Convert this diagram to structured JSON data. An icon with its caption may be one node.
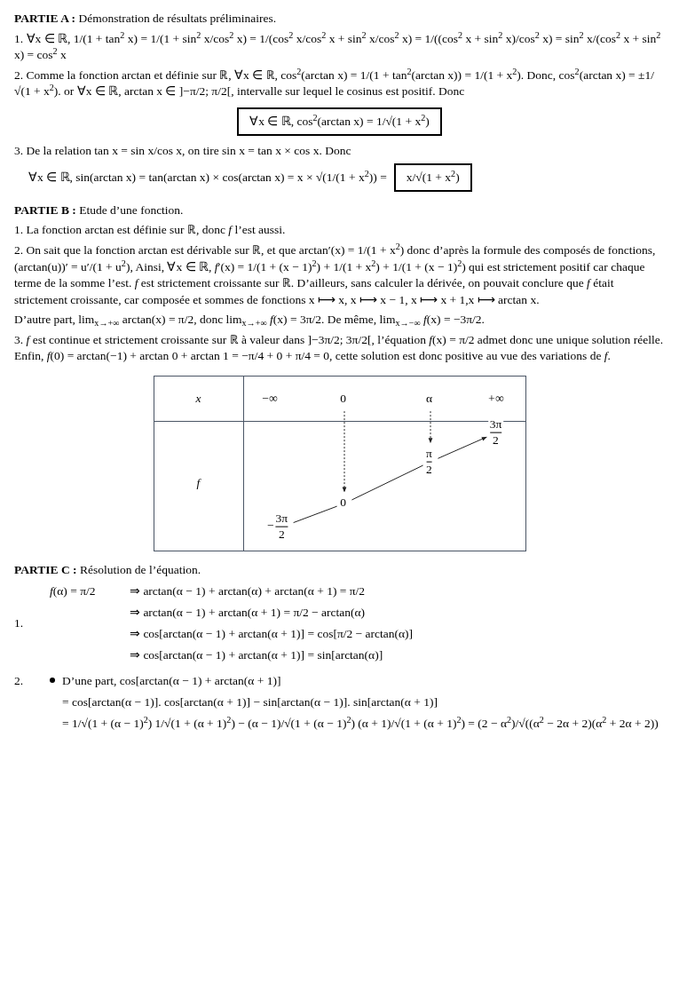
{
  "diagram": {
    "nodes": [
      {
        "text": [
          "∀x ∈ ℝ, cos$^{2}$(arctan x) = 1/√(1 + x$^{2}$)"
        ]
      },
      {
        "text": [
          "x/√(1 + x$^{2}$)"
        ]
      },
      {
        "text": [
          "0"
        ]
      },
      {
        "text": [
          "α"
        ]
      },
      {
        "text": [
          "3π",
          "2"
        ],
        "beside": [
          "−"
        ]
      },
      {
        "text": [
          "0"
        ]
      },
      {
        "text": [
          "π",
          "2"
        ]
      },
      {
        "text": [
          "3π",
          "2"
        ]
      }
    ],
    "edges": [
      {
        "from": 2,
        "to": 5,
        "arrow": "to",
        "style": "dashed"
      },
      {
        "from": 3,
        "to": 6,
        "arrow": "to",
        "style": "dashed"
      },
      {
        "from": 4,
        "to": 5,
        "arrow": "none"
      },
      {
        "from": 5,
        "to": 6,
        "arrow": "none"
      },
      {
        "from": 6,
        "to": 7,
        "arrow": "to"
      }
    ],
    "labels": [
      "**PARTIE A :** Démonstration de résultats préliminaires.",
      "1. ∀x ∈ ℝ, 1/(1 + tan$^{2}$ x) = 1/(1 + sin$^{2}$ x/cos$^{2}$ x) = 1/(cos$^{2}$ x/cos$^{2}$ x + sin$^{2}$ x/cos$^{2}$ x) = 1/((cos$^{2}$ x + sin$^{2}$ x)/cos$^{2}$ x) = sin$^{2}$ x/(cos$^{2}$ x + sin$^{2}$ x) = cos$^{2}$ x",
      "2. Comme la fonction arctan et définie sur ℝ, ∀x ∈ ℝ, cos$^{2}$(arctan x) = 1/(1 + tan$^{2}$(arctan x)) = 1/(1 + x$^{2}$). Donc, cos$^{2}$(arctan x) = ±1/√(1 + x$^{2}$). or ∀x ∈ ℝ, arctan x ∈ ]−π/2; π/2[, intervalle sur lequel le cosinus est positif. Donc",
      "3. De la relation tan x = sin x/cos x, on tire sin x = tan x × cos x. Donc",
      "∀x ∈ ℝ, sin(arctan x) = tan(arctan x) × cos(arctan x) = x × √(1/(1 + x$^{2}$)) =",
      "**PARTIE B :** Etude d’une fonction.",
      "1. La fonction arctan est définie sur ℝ, donc *f* l’est aussi.",
      "2. On sait que la fonction arctan est dérivable sur ℝ, et que arctan′(x) = 1/(1 + x$^{2}$) donc d’après la formule des composés de fonctions, (arctan(u))′ = u′/(1 + u$^{2}$), Ainsi, ∀x ∈ ℝ, *f*′(x) = 1/(1 + (x − 1)$^{2}$) + 1/(1 + x$^{2}$) + 1/(1 + (x − 1)$^{2}$) qui est strictement positif car chaque terme de la somme l’est. *f* est strictement croissante sur ℝ. D’ailleurs, sans calculer la dérivée, on pouvait conclure que *f* était strictement croissante, car composée et sommes de fonctions x ⟼ x, x ⟼ x − 1, x ⟼ x + 1,x ⟼ arctan x.",
      "D’autre part, lim$_{x→+∞}$ arctan(x) = π/2, donc lim$_{x→+∞}$ *f*(x) = 3π/2. De même, lim$_{x→−∞}$ *f*(x) = −3π/2.",
      "3. *f* est continue et strictement croissante sur ℝ à valeur dans ]−3π/2; 3π/2[, l’équation *f*(x) = π/2 admet donc une unique solution réelle. Enfin, *f*(0) = arctan(−1) + arctan 0 + arctan 1 = −π/4 + 0 + π/4 = 0, cette solution est donc positive au vue des variations de *f*.",
      "x",
      "−∞",
      "+∞",
      "f",
      "**PARTIE C :** Résolution de l’équation.",
      "1.",
      "*f*(α) = π/2",
      "⇒ arctan(α − 1) + arctan(α) + arctan(α + 1) = π/2",
      "⇒ arctan(α − 1) + arctan(α + 1) = π/2 − arctan(α)",
      "⇒ cos[arctan(α − 1) + arctan(α + 1)] = cos[π/2 − arctan(α)]",
      "⇒ cos[arctan(α − 1) + arctan(α + 1)] = sin[arctan(α)]",
      "2.",
      "D’une part, cos[arctan(α − 1) + arctan(α + 1)]",
      "= cos[arctan(α − 1)]. cos[arctan(α + 1)] − sin[arctan(α − 1)]. sin[arctan(α + 1)]",
      "= 1/√(1 + (α − 1)$^{2}$) 1/√(1 + (α + 1)$^{2}$) − (α − 1)/√(1 + (α − 1)$^{2}$) (α + 1)/√(1 + (α + 1)$^{2}$) = (2 − α$^{2}$)/√((α$^{2}$ − 2α + 2)(α$^{2}$ + 2α + 2))"
    ]
  }
}
